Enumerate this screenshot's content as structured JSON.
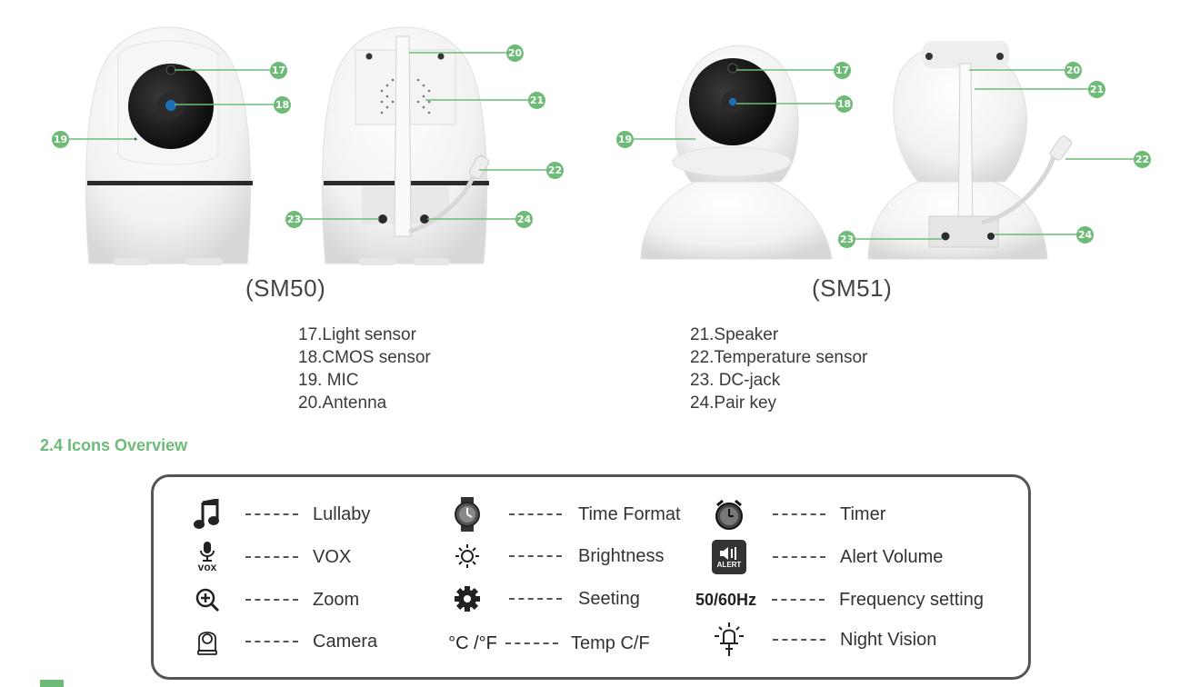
{
  "models": {
    "sm50": "(SM50)",
    "sm51": "(SM51)"
  },
  "legend_left": [
    "17.Light sensor",
    "18.CMOS sensor",
    "19. MIC",
    "20.Antenna"
  ],
  "legend_right": [
    "21.Speaker",
    "22.Temperature sensor",
    "23. DC-jack",
    "24.Pair key"
  ],
  "callouts": {
    "c17": "17",
    "c18": "18",
    "c19": "19",
    "c20": "20",
    "c21": "21",
    "c22": "22",
    "c23": "23",
    "c24": "24"
  },
  "section_title": "2.4 Icons Overview",
  "icons": {
    "lullaby": "Lullaby",
    "vox": "VOX",
    "vox_icon_text": "vox",
    "zoom": "Zoom",
    "camera": "Camera",
    "time_format": "Time Format",
    "brightness": "Brightness",
    "setting": "Seeting",
    "temp": "Temp C/F",
    "temp_icon_text": "°C /°F",
    "timer": "Timer",
    "alert_volume": "Alert Volume",
    "alert_icon_text": "ALERT",
    "frequency": "Frequency setting",
    "freq_icon_text": "50/60Hz",
    "night_vision": "Night Vision"
  },
  "colors": {
    "accent": "#6dbb77",
    "border": "#555555"
  }
}
